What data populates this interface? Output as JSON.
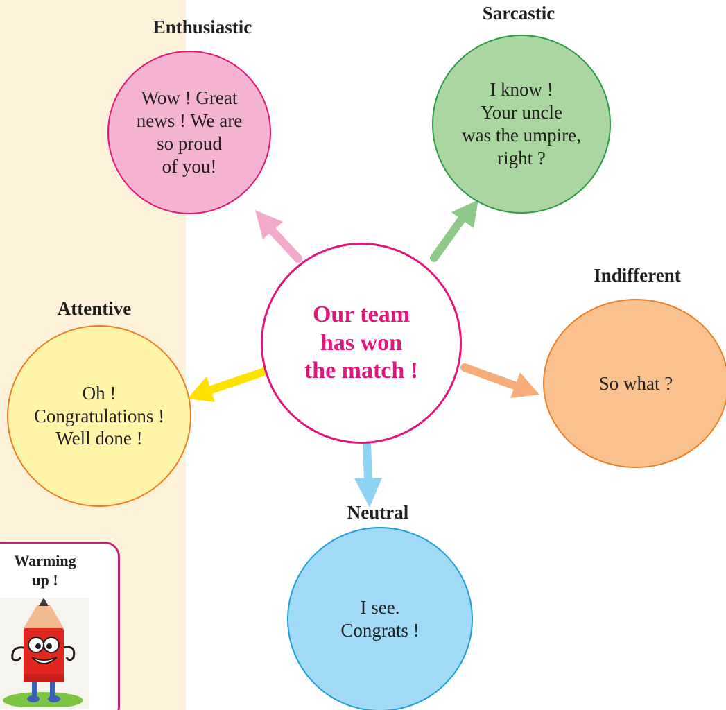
{
  "center": {
    "text": "Our team\nhas won\nthe match !"
  },
  "responses": [
    {
      "id": "enth",
      "label": "Enthusiastic",
      "text": "Wow ! Great\nnews ! We are\nso proud\nof you!"
    },
    {
      "id": "sarc",
      "label": "Sarcastic",
      "text": "I know !\nYour uncle\nwas the umpire,\nright ?"
    },
    {
      "id": "indif",
      "label": "Indifferent",
      "text": "So what ?"
    },
    {
      "id": "atten",
      "label": "Attentive",
      "text": "Oh !\nCongratulations !\nWell done !"
    },
    {
      "id": "neut",
      "label": "Neutral",
      "text": "I see.\nCongrats !"
    }
  ],
  "colors": {
    "enth": "#f5b3d2",
    "sarc": "#acd6a1",
    "indif": "#f9c18d",
    "atten": "#fff5a8",
    "neut": "#a1daf6",
    "center_text": "#e2157a",
    "side_band": "#fdf1d9"
  },
  "card": {
    "title": "Warming\nup !",
    "mascot_icon": "pencil-mascot-icon"
  }
}
